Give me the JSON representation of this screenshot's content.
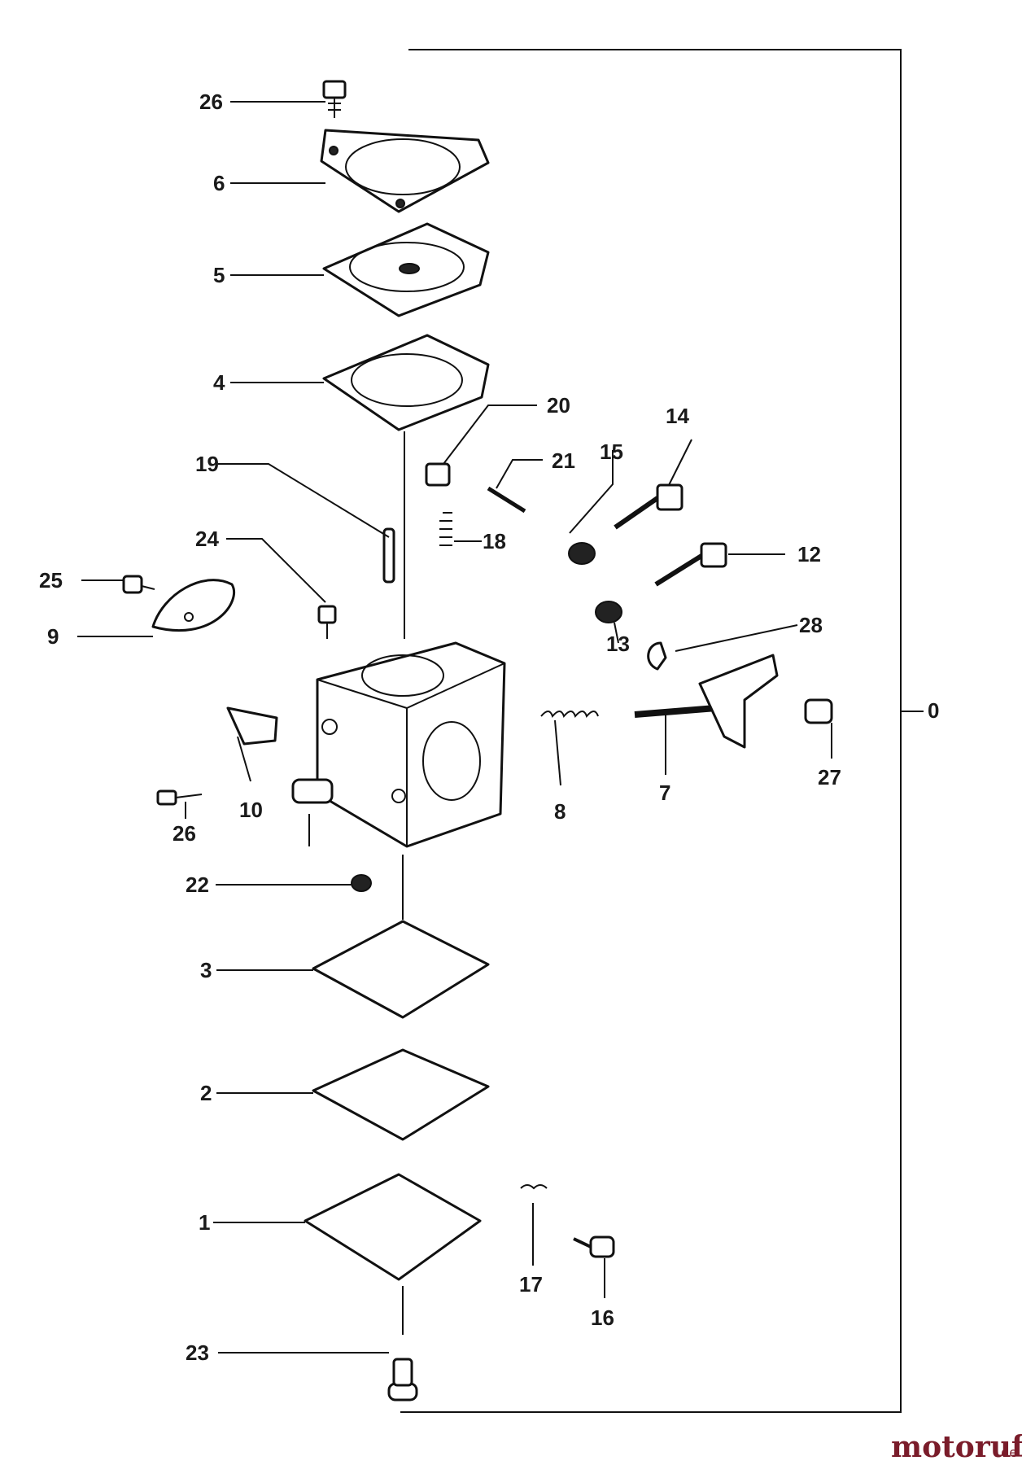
{
  "callouts": [
    "26",
    "6",
    "5",
    "4",
    "20",
    "19",
    "21",
    "15",
    "14",
    "18",
    "24",
    "12",
    "25",
    "9",
    "28",
    "13",
    "0",
    "10",
    "26",
    "8",
    "7",
    "27",
    "22",
    "3",
    "2",
    "1",
    "17",
    "16",
    "23"
  ],
  "watermark": {
    "brand": "motoruf",
    "suffix": ".de"
  }
}
